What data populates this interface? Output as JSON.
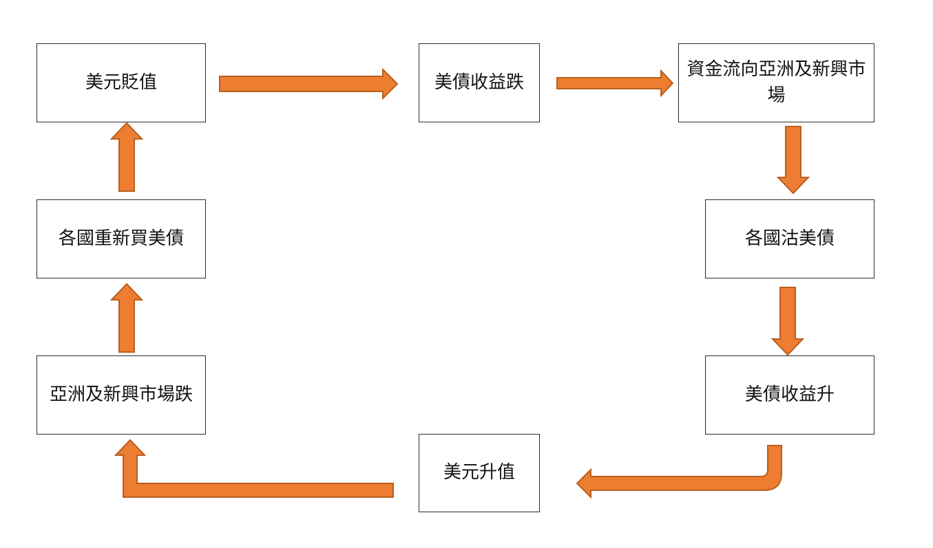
{
  "colors": {
    "arrow_fill": "#ED7D31",
    "arrow_stroke": "#B85F1E",
    "box_border": "#2b2b2b"
  },
  "nodes": {
    "usd_depreciation": "美元貶值",
    "ust_yield_fall": "美債收益跌",
    "capital_to_asia": "資金流向亞洲及新興市場",
    "countries_sell_ust": "各國沽美債",
    "ust_yield_rise": "美債收益升",
    "usd_appreciation": "美元升值",
    "asia_em_fall": "亞洲及新興市場跌",
    "countries_rebuy_ust": "各國重新買美債"
  },
  "edges": [
    {
      "from": "usd_depreciation",
      "to": "ust_yield_fall"
    },
    {
      "from": "ust_yield_fall",
      "to": "capital_to_asia"
    },
    {
      "from": "capital_to_asia",
      "to": "countries_sell_ust"
    },
    {
      "from": "countries_sell_ust",
      "to": "ust_yield_rise"
    },
    {
      "from": "ust_yield_rise",
      "to": "usd_appreciation"
    },
    {
      "from": "usd_appreciation",
      "to": "asia_em_fall"
    },
    {
      "from": "asia_em_fall",
      "to": "countries_rebuy_ust"
    },
    {
      "from": "countries_rebuy_ust",
      "to": "usd_depreciation"
    }
  ]
}
